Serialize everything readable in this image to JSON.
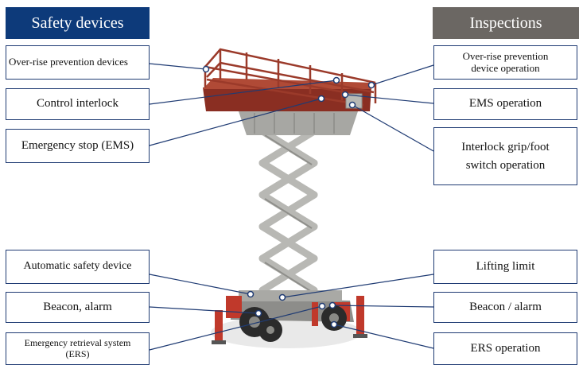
{
  "headers": {
    "safety_devices": "Safety devices",
    "inspections": "Inspections"
  },
  "safety_devices": {
    "over_rise": "Over-rise prevention devices",
    "control_interlock": "Control interlock",
    "ems": "Emergency stop (EMS)",
    "automatic": "Automatic safety device",
    "beacon": "Beacon, alarm",
    "ers_line1": "Emergency retrieval system",
    "ers_line2": "(ERS)"
  },
  "inspections": {
    "over_rise_line1": "Over-rise prevention",
    "over_rise_line2": "device operation",
    "ems_operation": "EMS operation",
    "interlock_line1": "Interlock grip/foot",
    "interlock_line2": "switch operation",
    "lifting_limit": "Lifting limit",
    "beacon_alarm": "Beacon / alarm",
    "ers_operation": "ERS operation"
  },
  "colors": {
    "left_header": "#0d3a7a",
    "right_header": "#6b6763",
    "leader_line": "#1f3b73",
    "platform_rail": "#9b3a2a",
    "platform_deck": "#8a2e22",
    "scissor": "#b8b8b4",
    "chassis": "#8d8d8a",
    "accent_red": "#c0392b"
  }
}
